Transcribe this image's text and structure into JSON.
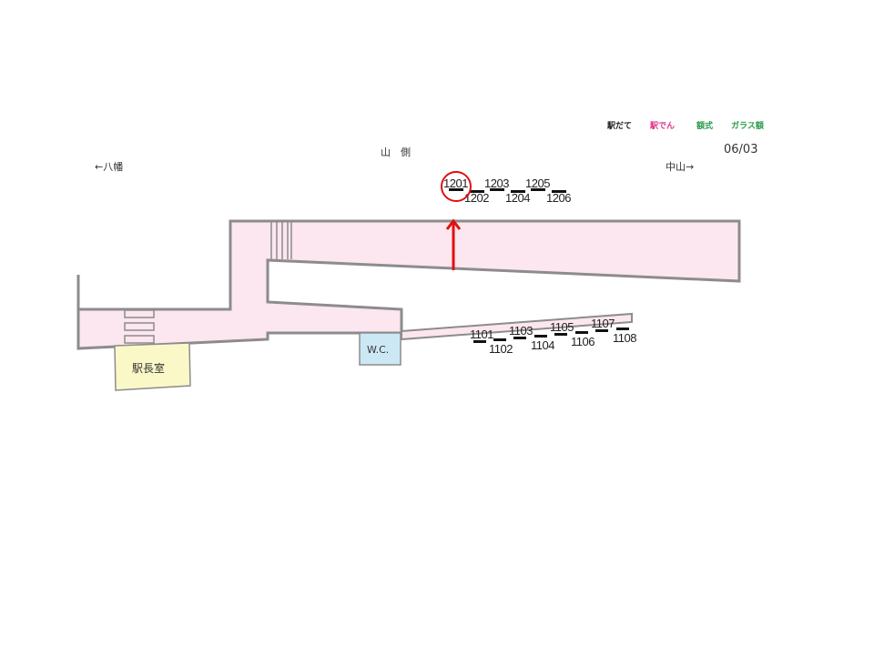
{
  "legend": [
    {
      "label": "駅だて",
      "color": "#222222"
    },
    {
      "label": "駅でん",
      "color": "#e0338a"
    },
    {
      "label": "額式",
      "color": "#2a9a4a"
    },
    {
      "label": "ガラス額",
      "color": "#2a9a4a"
    }
  ],
  "date_code": "06/03",
  "side_label": "山　側",
  "direction_left": "←八幡",
  "direction_right": "中山→",
  "rooms": {
    "station_master": "駅長室",
    "wc": "W.C."
  },
  "colors": {
    "concourse": "#fce6ef",
    "wall": "#8c8c8c",
    "station_master_room": "#fbf8c8",
    "wc_room": "#cde8f5",
    "highlight": "#e01010"
  },
  "upper_slots": [
    "1201",
    "1202",
    "1203",
    "1204",
    "1205",
    "1206"
  ],
  "lower_slots": [
    "1101",
    "1102",
    "1103",
    "1104",
    "1105",
    "1106",
    "1107",
    "1108"
  ],
  "highlighted_slot": "1201"
}
